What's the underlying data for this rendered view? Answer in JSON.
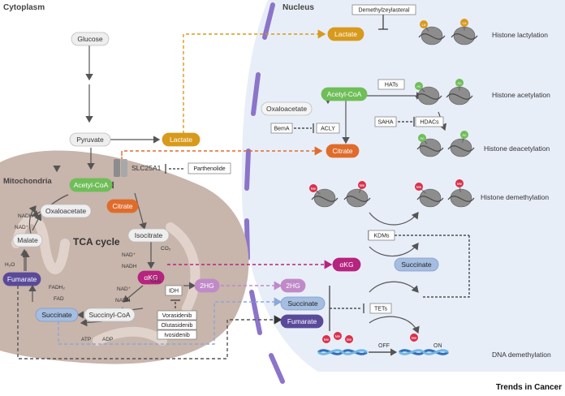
{
  "regions": {
    "cytoplasm": "Cytoplasm",
    "nucleus": "Nucleus",
    "mitochondria": "Mitochondria",
    "tca_cycle": "TCA cycle"
  },
  "cyto": {
    "glucose": "Glucose",
    "pyruvate": "Pyruvate",
    "lactate": "Lactate",
    "slc25a1": "SLC25A1",
    "parthenolide": "Parthenolide"
  },
  "mito": {
    "acetyl_coa": "Acetyl-CoA",
    "citrate": "Citrate",
    "oxaloacetate": "Oxaloacetate",
    "isocitrate": "Isocitrate",
    "akg": "αKG",
    "malate": "Malate",
    "fumarate": "Fumarate",
    "succinate": "Succinate",
    "succinyl_coa": "Succinyl-CoA",
    "hg2": "2HG",
    "idh": "IDH",
    "nadh": "NADH",
    "nad": "NAD⁺",
    "co2": "CO₂",
    "fadh2": "FADH₂",
    "fad": "FAD",
    "h2o": "H₂O",
    "atp": "ATP",
    "adp": "ADP",
    "inhibitors": [
      "Vorasidenib",
      "Olutasidenib",
      "Ivosidenib"
    ]
  },
  "nucleus": {
    "lactate": "Lactate",
    "demethylzeylasteral": "Demethylzeylasteral",
    "acetyl_coa": "Acetyl-CoA",
    "oxaloacetate": "Oxaloacetate",
    "citrate": "Citrate",
    "acly": "ACLY",
    "bema": "BemA",
    "hats": "HATs",
    "hdacs": "HDACs",
    "saha": "SAHA",
    "kdms": "KDMs",
    "akg": "αKG",
    "succinate_product": "Succinate",
    "hg2": "2HG",
    "succinate": "Succinate",
    "fumarate": "Fumarate",
    "tets": "TETs",
    "off": "OFF",
    "on": "ON",
    "la": "La",
    "ac": "Ac",
    "me": "Me"
  },
  "processes": {
    "lactylation": "Histone lactylation",
    "acetylation": "Histone acetylation",
    "deacetylation": "Histone deacetylation",
    "demethylation": "Histone demethylation",
    "dna_demethylation": "DNA demethylation"
  },
  "brand": "Trends in Cancer",
  "colors": {
    "nucleus_bg": "#e8eef8",
    "membrane": "#8b74c9",
    "mito": "#c8b5ab",
    "lactate": "#d89a1c",
    "citrate": "#e06c2c",
    "acetyl": "#6fbe58",
    "akg": "#b5247e",
    "succinate": "#a5bde0",
    "fumarate": "#5a4a9a",
    "gray_node": "#eeeeee"
  }
}
